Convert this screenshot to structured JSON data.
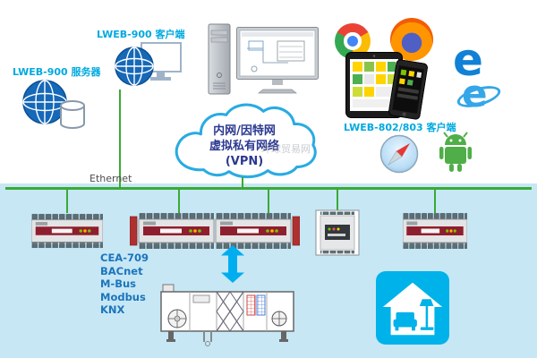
{
  "watermark": "环球贸易网",
  "top": {
    "lweb900_client_label": "LWEB-900 客户端",
    "lweb900_server_label": "LWEB-900 服务器",
    "lweb802_client_label": "LWEB-802/803 客户端",
    "cloud": {
      "line1": "内网/因特网",
      "line2": "虚拟私有网络",
      "line3": "(VPN)"
    }
  },
  "network": {
    "ethernet_label": "Ethernet"
  },
  "fieldbus": {
    "protocols": [
      "CEA-709",
      "BACnet",
      "M-Bus",
      "Modbus",
      "KNX"
    ]
  },
  "icons": {
    "browsers": [
      "chrome-icon",
      "firefox-icon",
      "edge-icon",
      "internet-explorer-icon",
      "safari-icon",
      "android-icon"
    ],
    "endpoints": [
      "globe-monitor-icon",
      "globe-database-icon",
      "desktop-pc-icon",
      "tablet-icon",
      "smartphone-icon"
    ],
    "field": [
      "din-rail-controller-icon",
      "air-handling-unit-icon",
      "smart-home-icon",
      "up-down-arrow-icon"
    ]
  },
  "colors": {
    "label_cyan": "#00a9e0",
    "cloud_border": "#29abe2",
    "cloud_text": "#2b3990",
    "ethernet_green": "#3aaa35",
    "bottom_bg": "#c7e7f5",
    "protocol_blue": "#1b75bc",
    "device_red": "#8e1f2f",
    "house_cyan": "#00b2ea"
  }
}
